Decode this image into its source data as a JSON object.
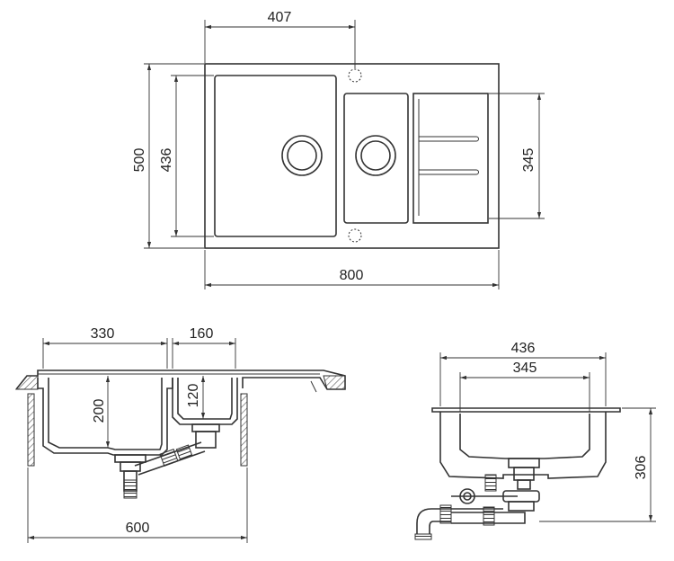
{
  "top_view": {
    "width_overall": "800",
    "height_overall": "500",
    "bowl_width": "407",
    "bowl_height": "436",
    "drainer_height": "345"
  },
  "front_section": {
    "overall_width": "600",
    "large_bowl_width": "330",
    "small_bowl_width": "160",
    "large_bowl_depth": "200",
    "small_bowl_depth": "120"
  },
  "side_section": {
    "outer_width": "436",
    "inner_width": "345",
    "overall_height": "306"
  }
}
